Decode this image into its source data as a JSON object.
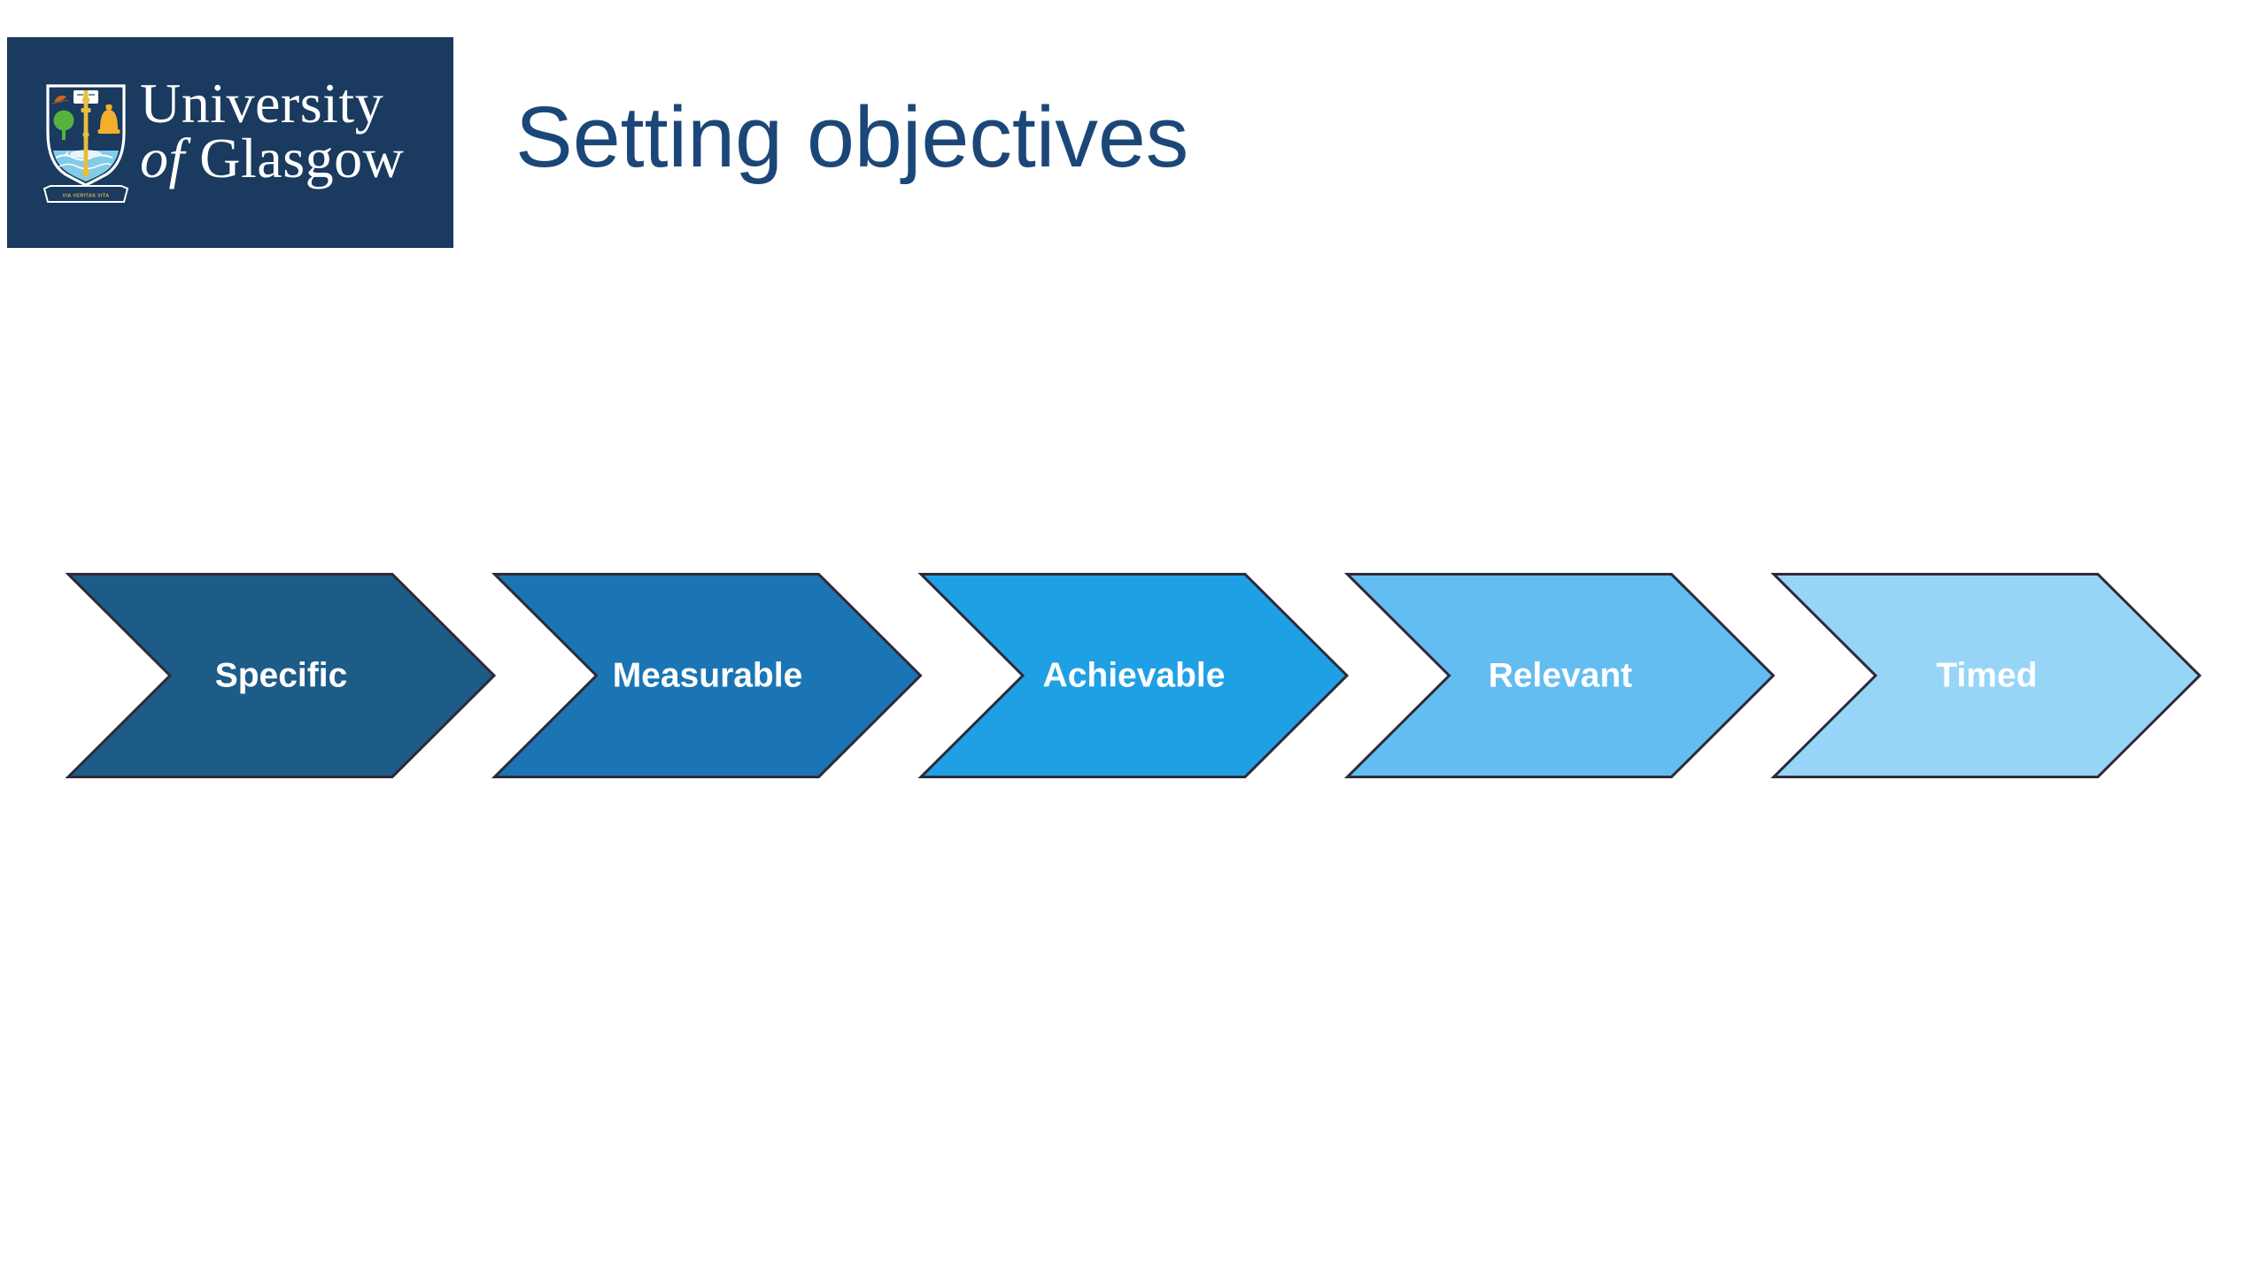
{
  "slide": {
    "title": "Setting objectives",
    "title_color": "#1b4778",
    "background": "#ffffff"
  },
  "logo": {
    "background": "#1a3a5f",
    "text_color": "#ffffff",
    "name_line1": "University",
    "name_line2_of": "of",
    "name_line2_rest": "Glasgow",
    "motto": "VIA VERITAS VITA",
    "crest": {
      "outline": "#ffffff",
      "shield_fill": "#1a3a5f",
      "book": "#ffffff",
      "bird": "#d2622a",
      "tree": "#55b23c",
      "mace": "#e9bd3d",
      "bell": "#f2b02c",
      "water": "#82cbe9",
      "fish": "#e9f4fb",
      "motto_color": "#d9b44a"
    }
  },
  "diagram": {
    "type": "process-chevron",
    "items": [
      {
        "label": "Specific",
        "color": "#1d5c87"
      },
      {
        "label": "Measurable",
        "color": "#1b75b4"
      },
      {
        "label": "Achievable",
        "color": "#20a0e4"
      },
      {
        "label": "Relevant",
        "color": "#63bdf0"
      },
      {
        "label": "Timed",
        "color": "#97d5f7"
      }
    ],
    "outline_color": "#2e2a3a",
    "label_color": "#ffffff"
  }
}
